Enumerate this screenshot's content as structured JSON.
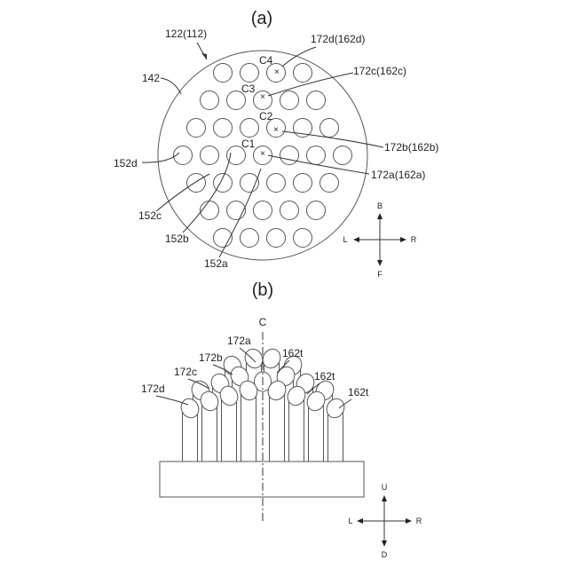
{
  "figure_a": {
    "label": "(a)",
    "component": "122(112)",
    "surface": "142",
    "centers": [
      "C1",
      "C2",
      "C3",
      "C4"
    ],
    "tubes": [
      "172a(162a)",
      "172b(162b)",
      "172c(162c)",
      "172d(162d)"
    ],
    "holes": [
      "152a",
      "152b",
      "152c",
      "152d"
    ],
    "directions": {
      "up": "B",
      "down": "F",
      "left": "L",
      "right": "R"
    }
  },
  "figure_b": {
    "label": "(b)",
    "axis": "C",
    "tubes": [
      "172a",
      "172b",
      "172c",
      "172d"
    ],
    "tips": [
      "162t",
      "162t",
      "162t"
    ],
    "directions": {
      "up": "U",
      "down": "D",
      "left": "L",
      "right": "R"
    }
  }
}
